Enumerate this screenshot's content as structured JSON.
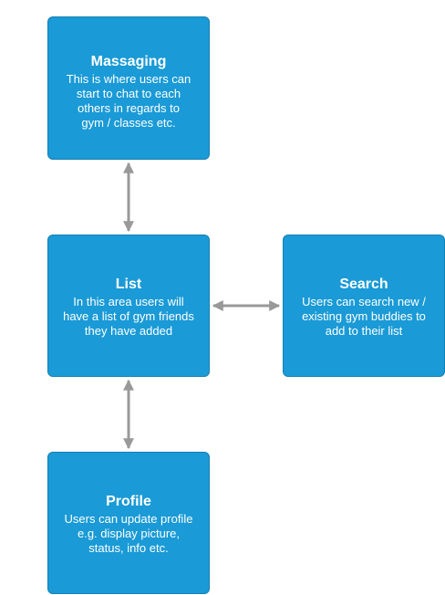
{
  "nodes": {
    "massaging": {
      "title": "Massaging",
      "lines": [
        "This is where users can",
        "start to chat to each",
        "others in regards to",
        "gym / classes etc."
      ]
    },
    "list": {
      "title": "List",
      "lines": [
        "In this area users will",
        "have a list of gym friends",
        "they have added"
      ]
    },
    "search": {
      "title": "Search",
      "lines": [
        "Users can search new /",
        "existing gym buddies to",
        "add to their list"
      ]
    },
    "profile": {
      "title": "Profile",
      "lines": [
        "Users can update profile",
        "e.g. display picture,",
        "status, info etc."
      ]
    }
  },
  "colors": {
    "node_fill": "#1a9ad6",
    "node_border": "#1580b3",
    "connector": "#999999",
    "text": "#ffffff"
  }
}
